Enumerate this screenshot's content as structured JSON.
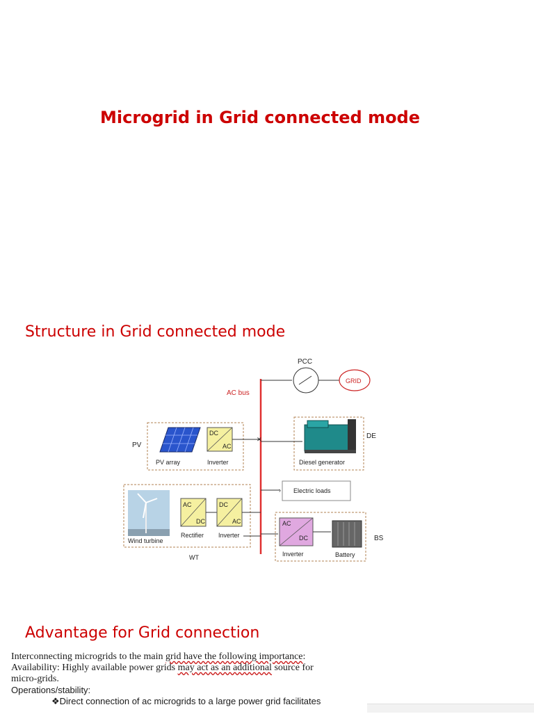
{
  "title": "Microgrid in Grid connected mode",
  "section1": "Structure in Grid connected mode",
  "section2": "Advantage for Grid connection",
  "diagram": {
    "pcc": "PCC",
    "grid": "GRID",
    "ac_bus": "AC bus",
    "pv": "PV",
    "pv_array": "PV array",
    "inverter": "Inverter",
    "dc": "DC",
    "ac": "AC",
    "de": "DE",
    "diesel_generator": "Diesel generator",
    "electric_loads": "Electric loads",
    "wind_turbine": "Wind turbine",
    "rectifier": "Rectifier",
    "wt": "WT",
    "battery": "Battery",
    "bs": "BS"
  },
  "text": {
    "line1_a": "Interconnecting microgrids to the main ",
    "line1_b": "grid have the following importance",
    "line1_c": ":",
    "line2_a": "Availability: Highly available power grids ",
    "line2_b": "may act as an additional",
    "line2_c": " source for",
    "line3": "micro-grids.",
    "line4": "Operations/stability:",
    "line5": "❖Direct connection of ac microgrids to a large power grid facilitates"
  },
  "colors": {
    "accent": "#cc0000",
    "bus": "#e03030",
    "converter": "#f5f0a0",
    "dashed": "#b08050"
  }
}
